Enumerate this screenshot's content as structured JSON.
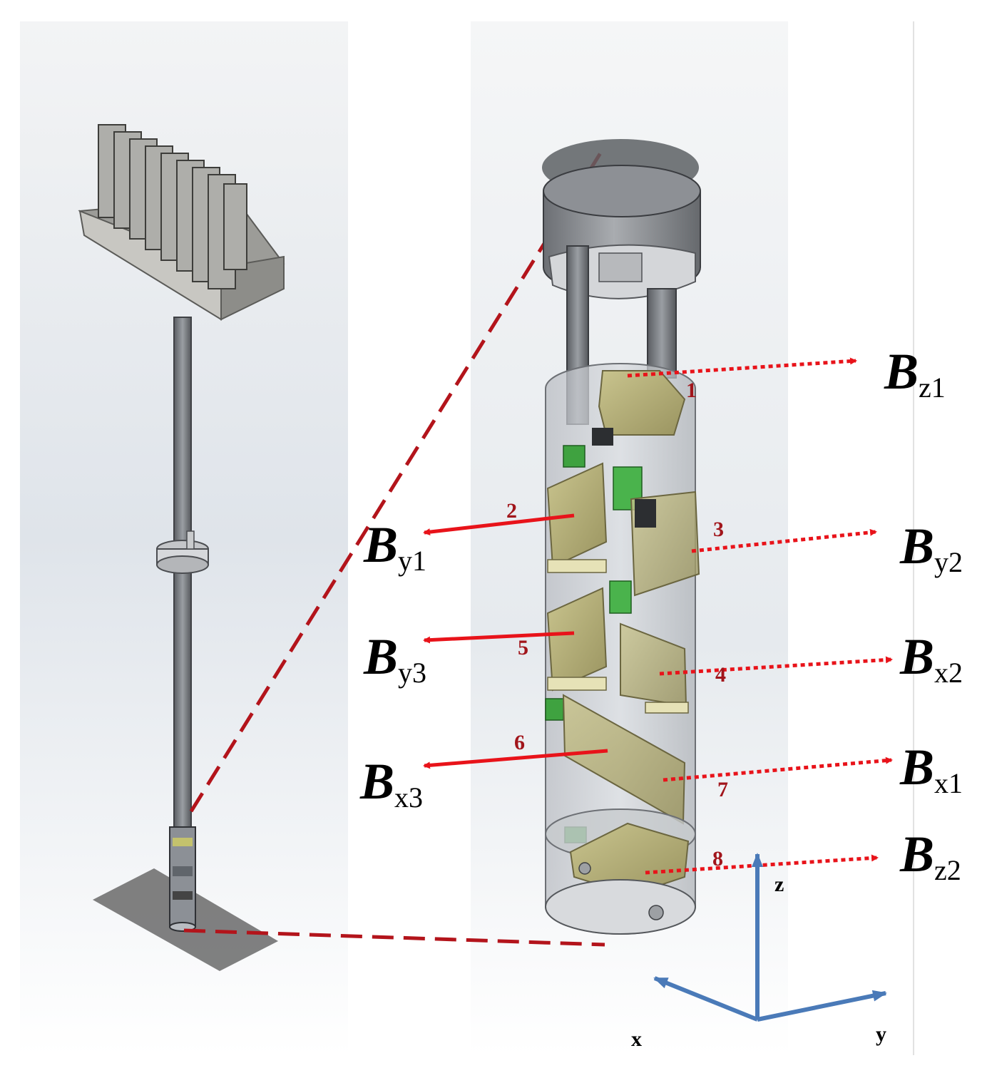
{
  "sensors": [
    {
      "number": "1",
      "main": "B",
      "sub": "z1",
      "arrow": "dotted"
    },
    {
      "number": "2",
      "main": "B",
      "sub": "y1",
      "arrow": "solid"
    },
    {
      "number": "3",
      "main": "B",
      "sub": "y2",
      "arrow": "dotted"
    },
    {
      "number": "4",
      "main": "B",
      "sub": "x2",
      "arrow": "dotted"
    },
    {
      "number": "5",
      "main": "B",
      "sub": "y3",
      "arrow": "solid"
    },
    {
      "number": "6",
      "main": "B",
      "sub": "x3",
      "arrow": "solid"
    },
    {
      "number": "7",
      "main": "B",
      "sub": "x1",
      "arrow": "dotted"
    },
    {
      "number": "8",
      "main": "B",
      "sub": "z2",
      "arrow": "dotted"
    }
  ],
  "axes": {
    "x": "x",
    "y": "y",
    "z": "z"
  },
  "colors": {
    "arrow": "#e8131a",
    "number": "#a1151b",
    "dashed_leader": "#b3141b",
    "axes": "#4a7ab8"
  }
}
